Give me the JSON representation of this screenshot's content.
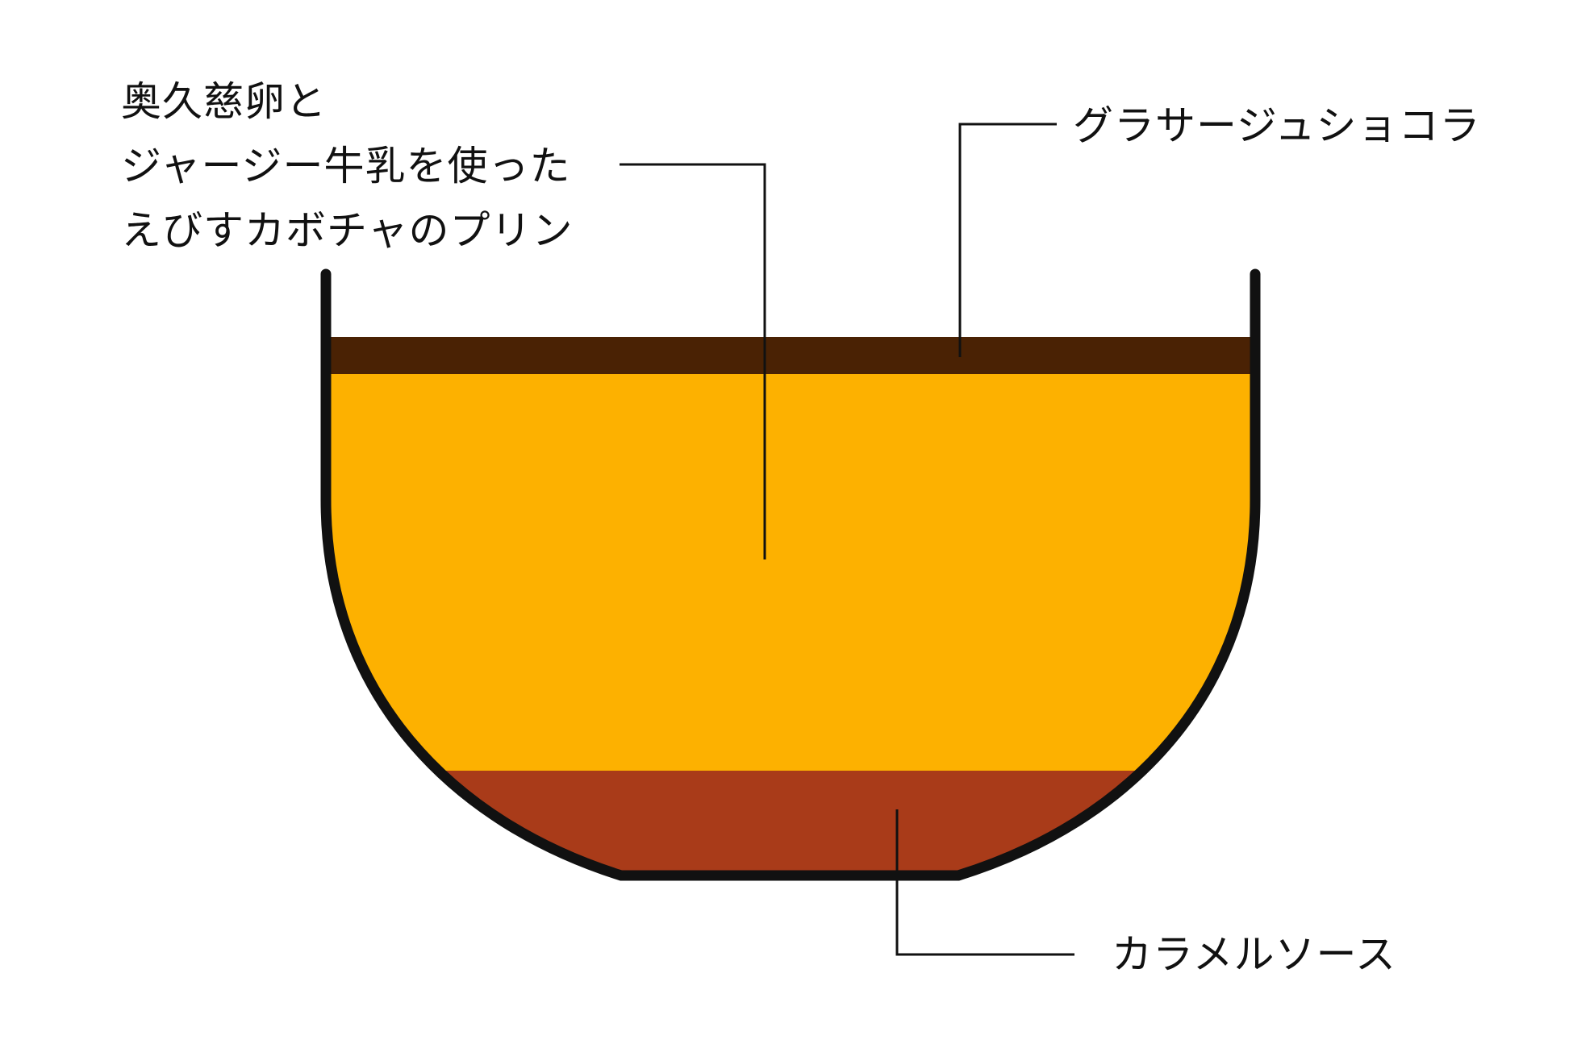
{
  "labels": {
    "pudding": {
      "lines": [
        "奥久慈卵と",
        "ジャージー牛乳を使った",
        "えびすカボチャのプリン"
      ]
    },
    "topping": "グラサージュショコラ",
    "sauce": "カラメルソース"
  },
  "colors": {
    "cup_outline": "#111111",
    "chocolate_layer": "#4a2204",
    "pudding_layer": "#fdb100",
    "caramel_layer": "#a93b19",
    "leader_line": "#111111",
    "background": "#ffffff"
  },
  "layers_top_to_bottom": [
    "topping",
    "pudding",
    "sauce"
  ]
}
